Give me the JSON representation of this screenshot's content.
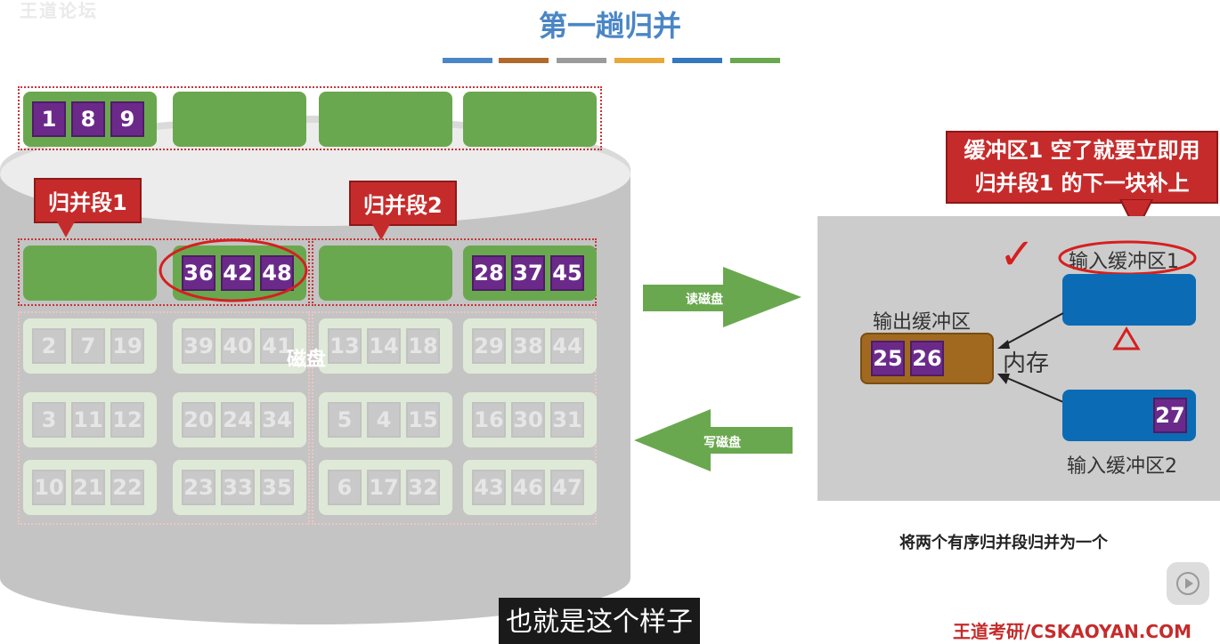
{
  "watermark": "王道论坛",
  "title": "第一趟归并",
  "color_bars": [
    "#4a86c5",
    "#b06a2c",
    "#9b9b9b",
    "#e8a83a",
    "#3478c0",
    "#6aa84f"
  ],
  "top_row": {
    "blocks": [
      {
        "cells": [
          "1",
          "8",
          "9"
        ]
      },
      {
        "cells": []
      },
      {
        "cells": []
      },
      {
        "cells": []
      }
    ]
  },
  "segment_tags": [
    "归并段1",
    "归并段2"
  ],
  "disk_label": "磁盘",
  "active_row": {
    "blocks": [
      {
        "cells": []
      },
      {
        "cells": [
          "36",
          "42",
          "48"
        ]
      },
      {
        "cells": []
      },
      {
        "cells": [
          "28",
          "37",
          "45"
        ]
      }
    ]
  },
  "faded_rows": [
    [
      [
        "2",
        "7",
        "19"
      ],
      [
        "39",
        "40",
        "41"
      ],
      [
        "13",
        "14",
        "18"
      ],
      [
        "29",
        "38",
        "44"
      ]
    ],
    [
      [
        "3",
        "11",
        "12"
      ],
      [
        "20",
        "24",
        "34"
      ],
      [
        "5",
        "4",
        "15"
      ],
      [
        "16",
        "30",
        "31"
      ]
    ],
    [
      [
        "10",
        "21",
        "22"
      ],
      [
        "23",
        "33",
        "35"
      ],
      [
        "6",
        "17",
        "32"
      ],
      [
        "43",
        "46",
        "47"
      ]
    ]
  ],
  "arrows": {
    "read": "读磁盘",
    "write": "写磁盘"
  },
  "callout": {
    "line1": "缓冲区1 空了就要立即用",
    "line2": "归并段1 的下一块补上"
  },
  "memory": {
    "input1_label": "输入缓冲区1",
    "input2_label": "输入缓冲区2",
    "output_label": "输出缓冲区",
    "memory_label": "内存",
    "output_cells": [
      "25",
      "26"
    ],
    "input2_cells": [
      "27"
    ],
    "check_mark": "✓"
  },
  "caption": "将两个有序归并段归并为一个",
  "subtitle": "也就是这个样子",
  "footer": "王道考研/CSKAOYAN.COM"
}
